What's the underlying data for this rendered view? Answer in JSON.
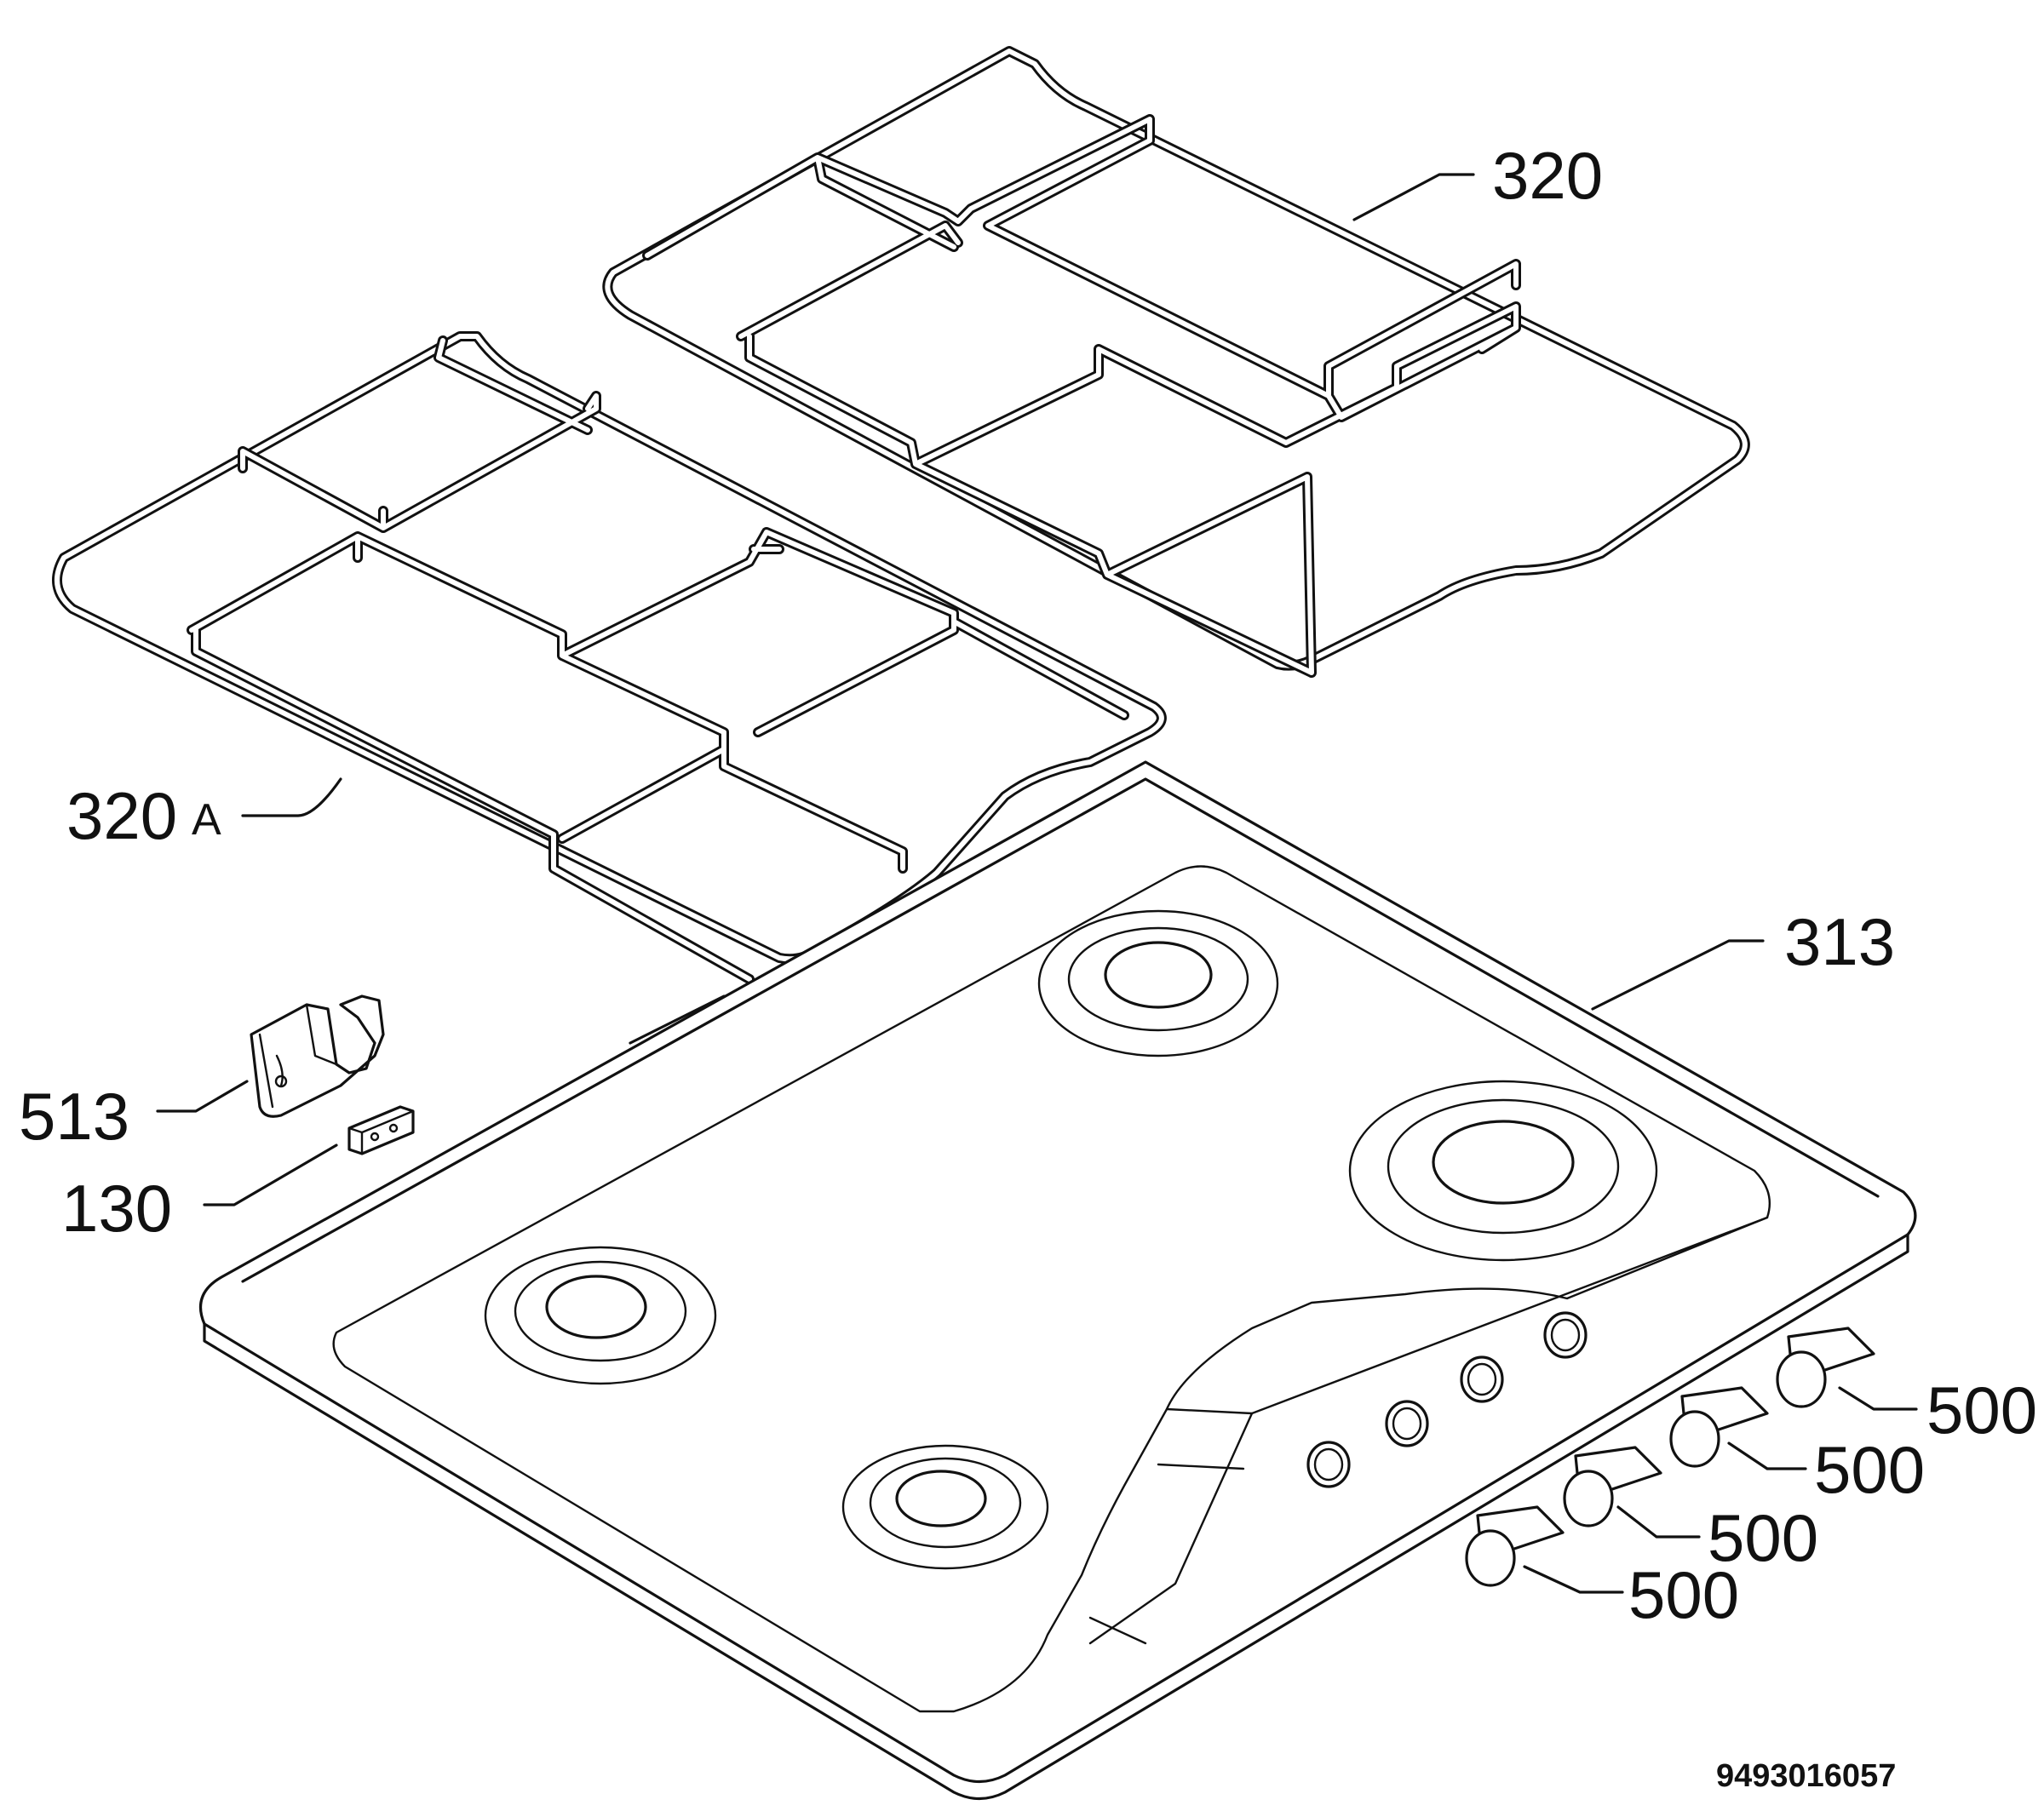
{
  "diagram": {
    "document_number": "9493016057",
    "labels": {
      "grid_right": "320",
      "grid_left_num": "320",
      "grid_left_suffix": "A",
      "hob_top": "313",
      "bracket": "513",
      "clip": "130",
      "knob_1": "500",
      "knob_2": "500",
      "knob_3": "500",
      "knob_4": "500"
    }
  }
}
